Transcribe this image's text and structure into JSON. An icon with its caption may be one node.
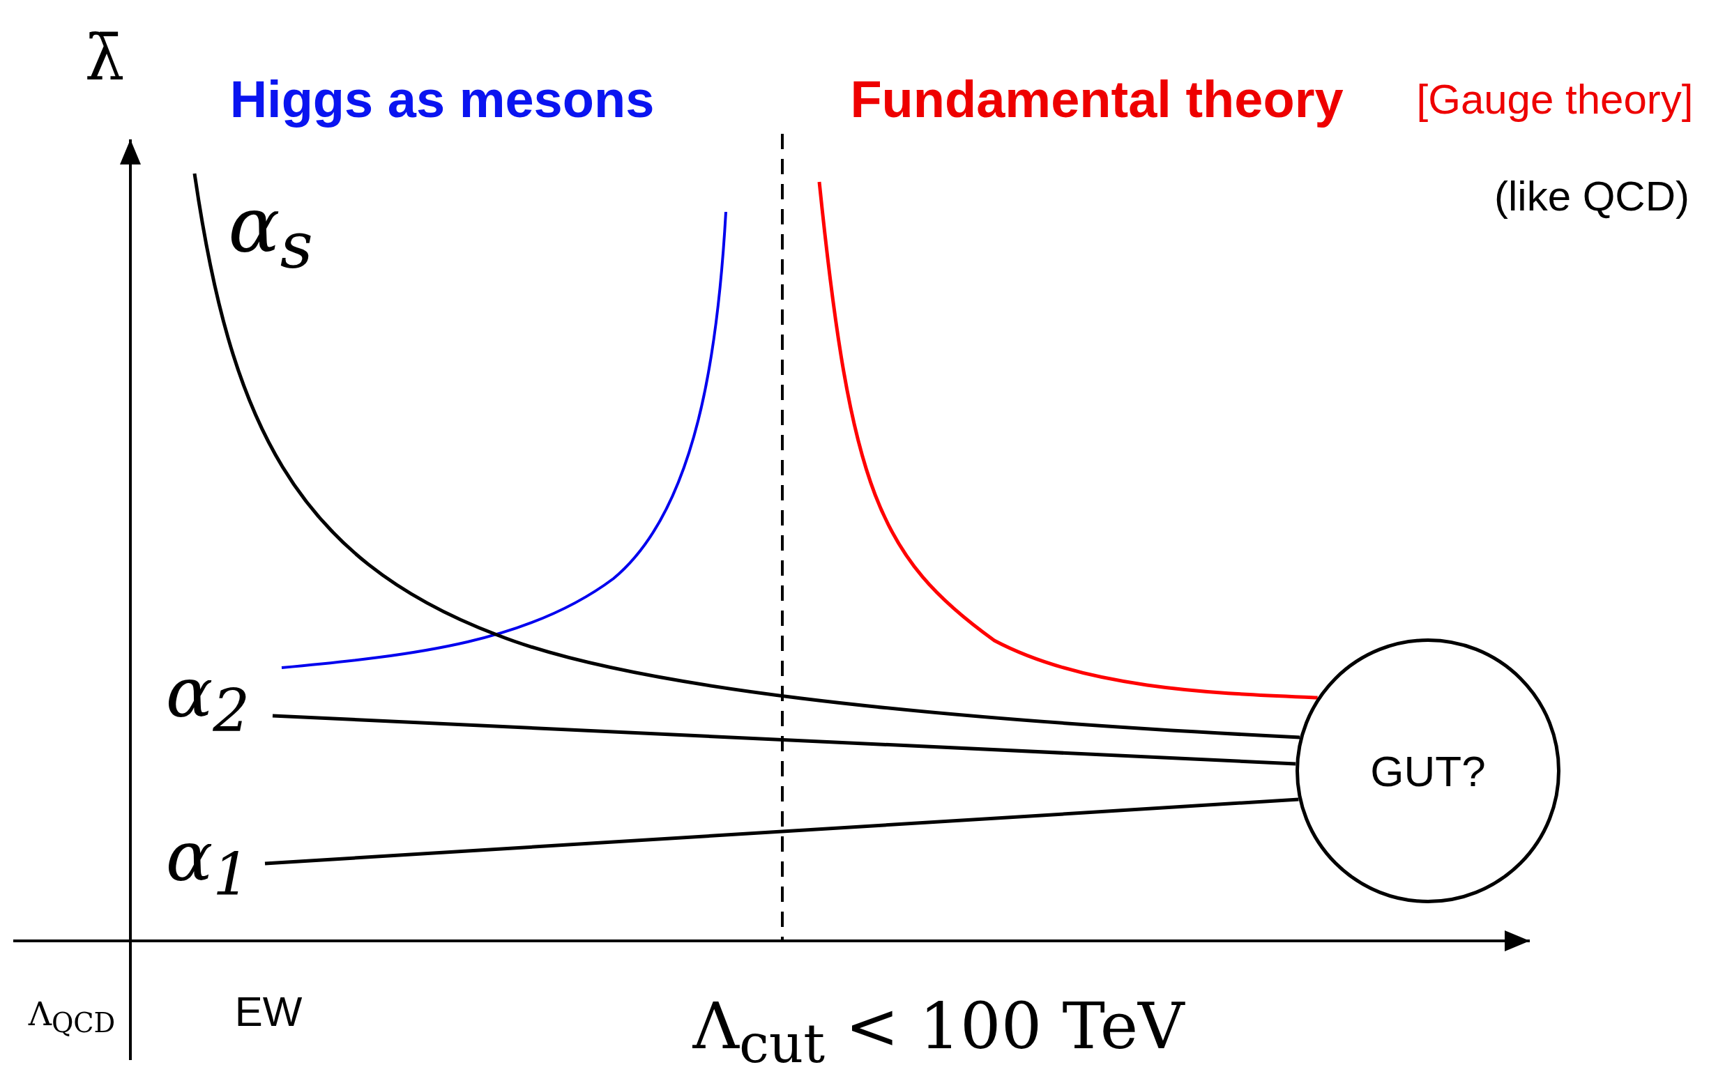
{
  "diagram": {
    "nodes": [
      {
        "text": [
          "α$_{s}$"
        ]
      },
      {
        "text": [
          "α$_{2}$"
        ]
      },
      {
        "text": [
          "α$_{1}$"
        ]
      },
      {
        "text": [
          "GUT?"
        ]
      }
    ],
    "edges": [
      {
        "from": 0,
        "to": 3,
        "arrow": "none"
      },
      {
        "from": 1,
        "to": 3,
        "arrow": "none"
      },
      {
        "from": 2,
        "to": 3,
        "arrow": "none"
      },
      {
        "from": null,
        "to": 3,
        "arrow": "none",
        "color": "#ff0000"
      }
    ],
    "labels": [
      "λ̄",
      "Higgs as mesons",
      "Fundamental theory",
      "[Gauge theory]",
      "(like QCD)",
      "Λ$_{QCD}$",
      "EW",
      "Λ$_{cut}$ < 100 TeV"
    ]
  }
}
